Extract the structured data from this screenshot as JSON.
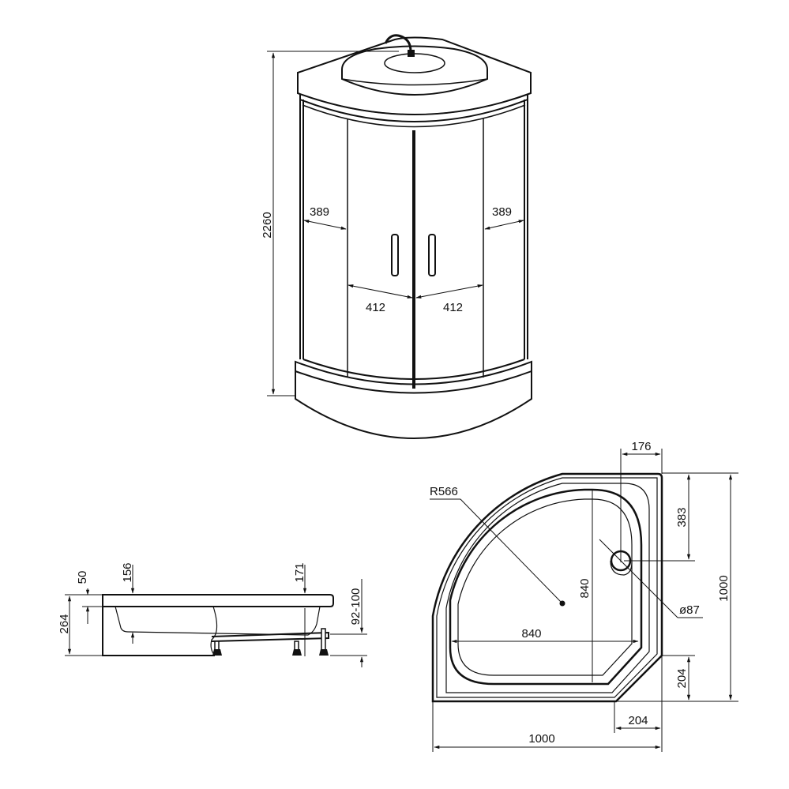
{
  "drawing": {
    "type": "shower cabin technical drawing",
    "colors": {
      "line": "#111111",
      "background": "#ffffff"
    }
  },
  "front_view": {
    "name": "Shower cabin front view",
    "labels": {
      "height": "2260",
      "left_panel_width": "389",
      "right_panel_width": "389",
      "left_door_width": "412",
      "right_door_width": "412"
    }
  },
  "side_view": {
    "name": "Shower tray side view",
    "labels": {
      "total_height": "264",
      "rim_height": "50",
      "inner_depth_left": "156",
      "inner_depth_right": "171",
      "leg_height": "92-100"
    }
  },
  "plan_view": {
    "name": "Shower tray plan view",
    "labels": {
      "radius": "R566",
      "inner_width": "840",
      "inner_depth": "840",
      "drain_offset_x": "176",
      "drain_offset_y": "383",
      "drain_diameter": "ø87",
      "corner_chamfer_y": "204",
      "corner_chamfer_x": "204",
      "overall_width": "1000",
      "overall_depth": "1000"
    }
  }
}
